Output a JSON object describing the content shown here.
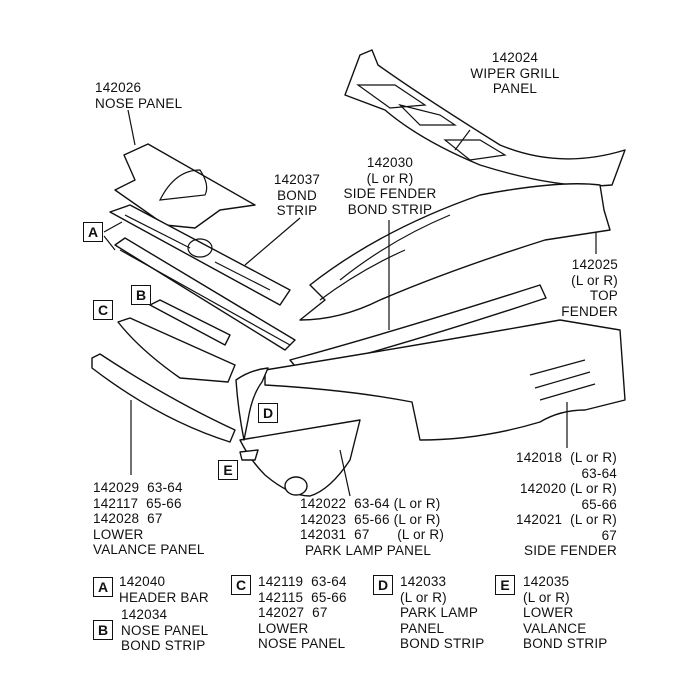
{
  "labels": {
    "nose_panel": {
      "part": "142026",
      "name": "NOSE PANEL"
    },
    "wiper_grill": {
      "part": "142024",
      "line1": "WIPER GRILL",
      "line2": "PANEL"
    },
    "bond_strip": {
      "part": "142037",
      "line1": "BOND",
      "line2": "STRIP"
    },
    "side_fender_bond": {
      "part": "142030",
      "side": "(L or R)",
      "line1": "SIDE FENDER",
      "line2": "BOND STRIP"
    },
    "top_fender": {
      "part": "142025",
      "side": "(L or R)",
      "line1": "TOP",
      "line2": "FENDER"
    },
    "side_fender": {
      "rows": [
        "142018  (L or R)",
        "63-64",
        "142020 (L or R)",
        "65-66",
        "142021  (L or R)",
        "67"
      ],
      "name": "SIDE FENDER"
    },
    "lower_valance": {
      "rows": [
        "142029  63-64",
        "142117  65-66",
        "142028  67"
      ],
      "line1": "LOWER",
      "line2": "VALANCE PANEL"
    },
    "park_lamp": {
      "rows": [
        "142022  63-64 (L or R)",
        "142023  65-66 (L or R)",
        "142031  67       (L or R)"
      ],
      "name": "PARK LAMP PANEL"
    }
  },
  "callouts": {
    "A": {
      "letter": "A",
      "text": "142040\nHEADER BAR"
    },
    "B": {
      "letter": "B",
      "text": "142034\nNOSE PANEL\nBOND STRIP"
    },
    "C": {
      "letter": "C",
      "text": "142119  63-64\n142115  65-66\n142027  67\nLOWER\nNOSE PANEL"
    },
    "D": {
      "letter": "D",
      "text": "142033\n(L or R)\nPARK LAMP\nPANEL\nBOND STRIP"
    },
    "E": {
      "letter": "E",
      "text": "142035\n(L or R)\nLOWER\nVALANCE\nBOND STRIP"
    }
  }
}
